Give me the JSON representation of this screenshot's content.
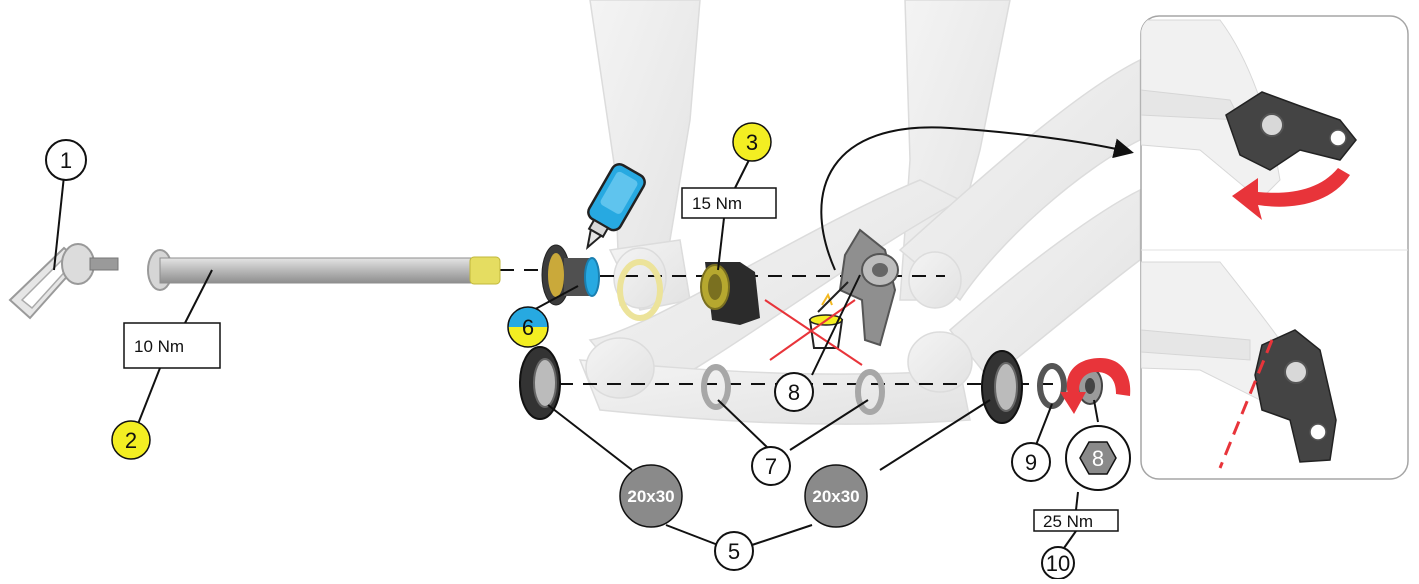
{
  "callouts": {
    "c1": "1",
    "c2": "2",
    "c3": "3",
    "c5": "5",
    "c6": "6",
    "c7": "7",
    "c8": "8",
    "c9": "9",
    "c10": "10"
  },
  "torques": {
    "t2": "10 Nm",
    "t3": "15 Nm",
    "t10": "25 Nm"
  },
  "bearing_spec": {
    "left": "20x30",
    "right": "20x30"
  },
  "hex_key": "8",
  "colors": {
    "highlight_yellow": "#f3ee22",
    "threadlock_blue": "#27a9e1",
    "bearing_spec_gray": "#8a8a8a",
    "arrow_red": "#e8343a",
    "frame_light": "#ececec",
    "hanger_dark": "#3e3e3e"
  }
}
